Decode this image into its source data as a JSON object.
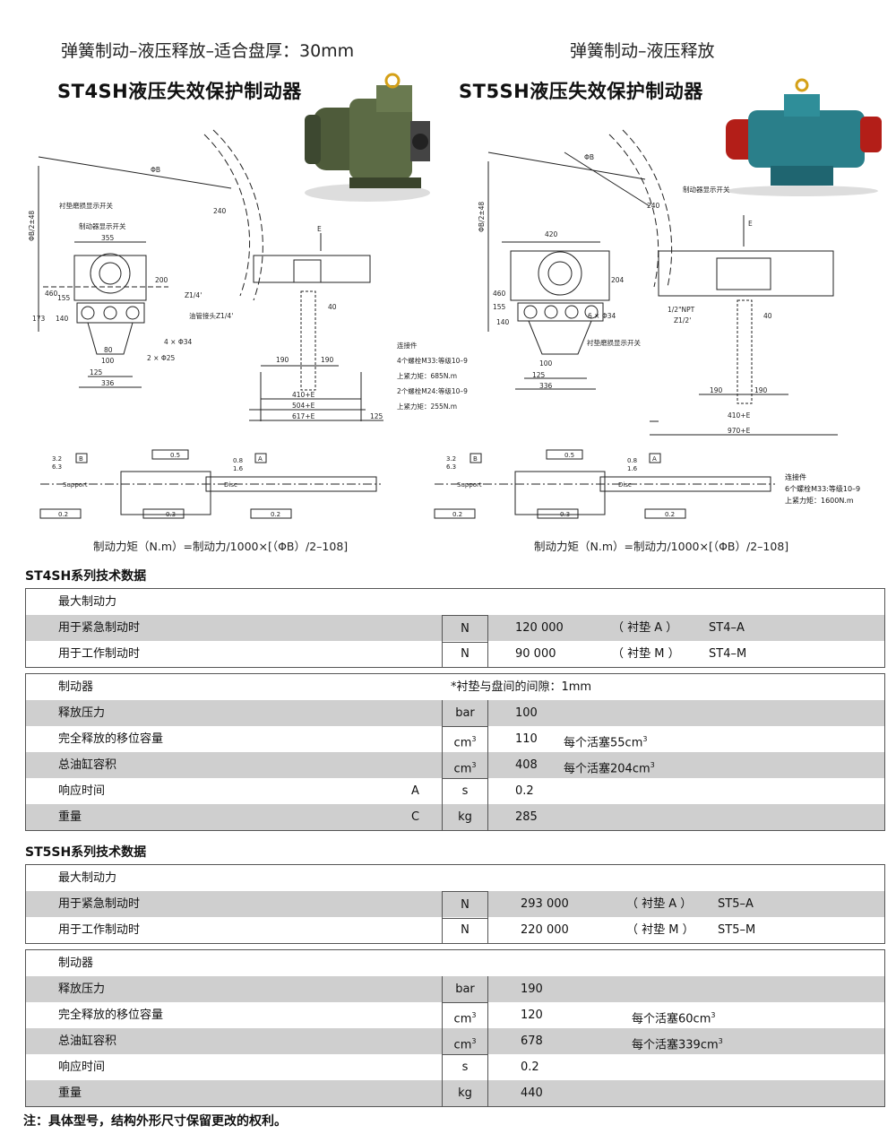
{
  "header": {
    "left_subtitle": "弹簧制动–液压释放–适合盘厚：30mm",
    "left_model": "ST4SH液压失效保护制动器",
    "right_subtitle": "弹簧制动–液压释放",
    "right_model": "ST5SH液压失效保护制动器"
  },
  "drawing_left": {
    "dim_b": "ΦB",
    "dim_b2": "ΦB/2±48",
    "dim_240": "240",
    "label_pad_switch": "衬垫磨损显示开关",
    "label_brake_switch": "制动器显示开关",
    "dim_355": "355",
    "dim_200": "200",
    "dim_460": "460",
    "dim_155": "155",
    "dim_140": "140",
    "dim_173": "173",
    "dim_z14": "Z1/4'",
    "label_oil": "油管接头Z1/4'",
    "dim_4x34": "4 × Φ34",
    "dim_2x25": "2 × Φ25",
    "dim_80": "80",
    "dim_100": "100",
    "dim_125": "125",
    "dim_336": "336",
    "dim_e": "E",
    "dim_40": "40",
    "dim_190a": "190",
    "dim_190b": "190",
    "dim_410": "410+E",
    "dim_504": "504+E",
    "dim_617": "617+E",
    "dim_125b": "125",
    "conn_title": "连接件",
    "conn_1": "4个螺栓M33:等级10–9",
    "conn_2": "上紧力矩：685N.m",
    "conn_3": "2个螺栓M24:等级10–9",
    "conn_4": "上紧力矩：255N.m"
  },
  "drawing_right": {
    "dim_b": "ΦB",
    "dim_b2": "ΦB/2±48",
    "dim_240": "240",
    "label_brake_switch": "制动器显示开关",
    "dim_420": "420",
    "dim_204": "204",
    "dim_460": "460",
    "dim_155": "155",
    "dim_140": "140",
    "dim_6x34": "6 × Φ34",
    "dim_npt": "1/2\"NPT",
    "dim_z12": "Z1/2'",
    "label_pad_switch": "衬垫磨损显示开关",
    "dim_100": "100",
    "dim_125": "125",
    "dim_336": "336",
    "dim_e": "E",
    "dim_40": "40",
    "dim_190a": "190",
    "dim_190b": "190",
    "dim_410": "410+E",
    "dim_970": "970+E",
    "conn_title": "连接件",
    "conn_1": "6个螺栓M33:等级10–9",
    "conn_2": "上紧力矩：1600N.m"
  },
  "tolerance": {
    "support": "Support",
    "disc": "Disc",
    "r32": "3.2",
    "r63": "6.3",
    "r08": "0.8",
    "r16": "1.6",
    "datum_b": "B",
    "datum_a": "A",
    "tol_05": "0.5",
    "tol_02": "0.2",
    "tol_03": "0.3"
  },
  "formula": {
    "left": "制动力矩（N.m）=制动力/1000×[（ΦB）/2–108]",
    "right": "制动力矩（N.m）=制动力/1000×[（ΦB）/2–108]"
  },
  "st4": {
    "title": "ST4SH系列技术数据",
    "force_header": "最大制动力",
    "emergency": {
      "label": "用于紧急制动时",
      "unit": "N",
      "value": "120 000",
      "pad": "（ 衬垫 A ）",
      "code": "ST4–A"
    },
    "working": {
      "label": "用于工作制动时",
      "unit": "N",
      "value": "90 000",
      "pad": "（ 衬垫 M ）",
      "code": "ST4–M"
    },
    "brake_header": "制动器",
    "gap_note": "*衬垫与盘间的间隙：1mm",
    "pressure": {
      "label": "释放压力",
      "unit": "bar",
      "value": "100"
    },
    "displacement": {
      "label": "完全释放的移位容量",
      "unit": "cm",
      "unit_sup": "3",
      "value": "110",
      "note": "每个活塞55cm",
      "note_sup": "3"
    },
    "volume": {
      "label": "总油缸容积",
      "unit": "cm",
      "unit_sup": "3",
      "value": "408",
      "note": "每个活塞204cm",
      "note_sup": "3"
    },
    "response": {
      "label": "响应时间",
      "mark": "A",
      "unit": "s",
      "value": "0.2"
    },
    "weight": {
      "label": "重量",
      "mark": "C",
      "unit": "kg",
      "value": "285"
    }
  },
  "st5": {
    "title": "ST5SH系列技术数据",
    "force_header": "最大制动力",
    "emergency": {
      "label": "用于紧急制动时",
      "unit": "N",
      "value": "293 000",
      "pad": "（ 衬垫 A ）",
      "code": "ST5–A"
    },
    "working": {
      "label": "用于工作制动时",
      "unit": "N",
      "value": "220 000",
      "pad": "（ 衬垫 M ）",
      "code": "ST5–M"
    },
    "brake_header": "制动器",
    "pressure": {
      "label": "释放压力",
      "unit": "bar",
      "value": "190"
    },
    "displacement": {
      "label": "完全释放的移位容量",
      "unit": "cm",
      "unit_sup": "3",
      "value": "120",
      "note": "每个活塞60cm",
      "note_sup": "3"
    },
    "volume": {
      "label": "总油缸容积",
      "unit": "cm",
      "unit_sup": "3",
      "value": "678",
      "note": "每个活塞339cm",
      "note_sup": "3"
    },
    "response": {
      "label": "响应时间",
      "unit": "s",
      "value": "0.2"
    },
    "weight": {
      "label": "重量",
      "unit": "kg",
      "value": "440"
    }
  },
  "footnote": "注：具体型号，结构外形尺寸保留更改的权利。",
  "colors": {
    "table_gray": "#cfcfcf",
    "left_photo": "#5c6b45",
    "right_photo_teal": "#2a7f8a",
    "right_photo_red": "#b31e18"
  }
}
